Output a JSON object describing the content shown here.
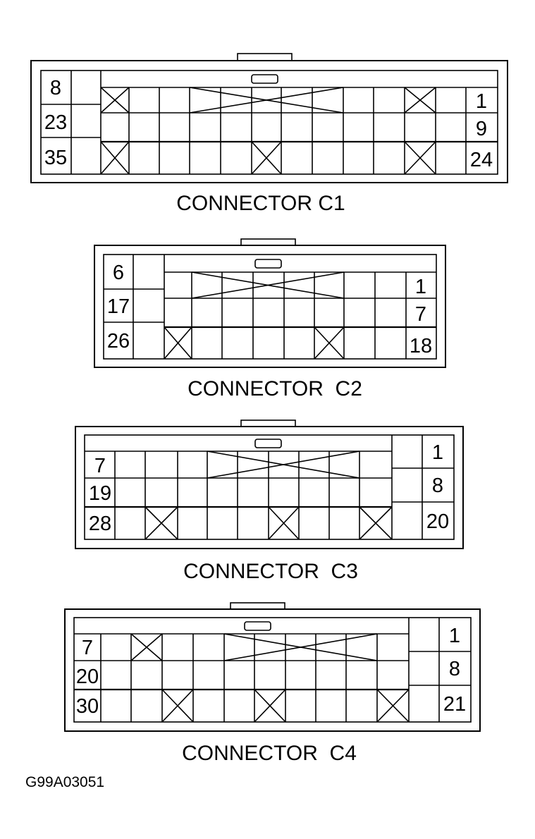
{
  "figure_code": "G99A03051",
  "connectors": [
    {
      "caption": "CONNECTOR C1",
      "left_labels": [
        "8",
        "23",
        "35"
      ],
      "right_labels": [
        "1",
        "9",
        "24"
      ]
    },
    {
      "caption": "CONNECTOR  C2",
      "left_labels": [
        "6",
        "17",
        "26"
      ],
      "right_labels": [
        "1",
        "7",
        "18"
      ]
    },
    {
      "caption": "CONNECTOR  C3",
      "left_labels": [
        "7",
        "19",
        "28"
      ],
      "right_labels": [
        "1",
        "8",
        "20"
      ]
    },
    {
      "caption": "CONNECTOR  C4",
      "left_labels": [
        "7",
        "20",
        "30"
      ],
      "right_labels": [
        "1",
        "8",
        "21"
      ]
    }
  ]
}
